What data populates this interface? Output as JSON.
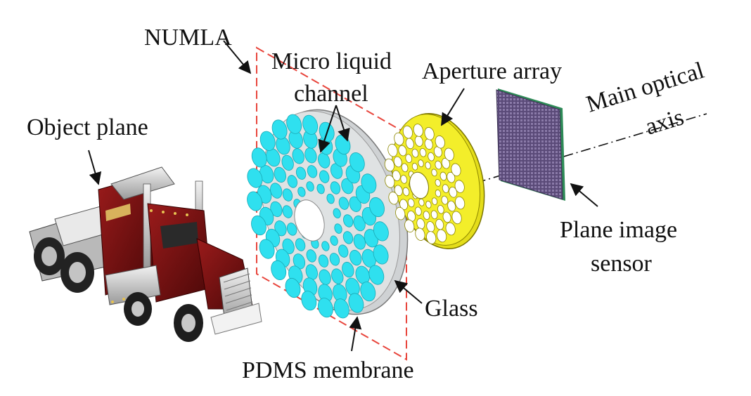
{
  "labels": {
    "numla": "NUMLA",
    "micro_liquid_channel_line1": "Micro liquid",
    "micro_liquid_channel_line2": "channel",
    "aperture_array": "Aperture array",
    "main_optical_axis_line1": "Main optical",
    "main_optical_axis_line2": "axis",
    "object_plane": "Object plane",
    "plane_image_sensor_line1": "Plane image",
    "plane_image_sensor_line2": "sensor",
    "glass": "Glass",
    "pdms_membrane": "PDMS membrane"
  },
  "colors": {
    "numla_plane": "#e8453c",
    "pdms_holes": "#2fe0ef",
    "glass_disk": "#cfd2d4",
    "aperture_disk": "#f3ee2a",
    "sensor_face": "#6c5a8a",
    "sensor_edge": "#2e8b57",
    "truck_body": "#7a1212",
    "chrome": "#c9c9c9"
  },
  "icons": {
    "object": "truck-icon",
    "sensor": "image-sensor-icon"
  }
}
